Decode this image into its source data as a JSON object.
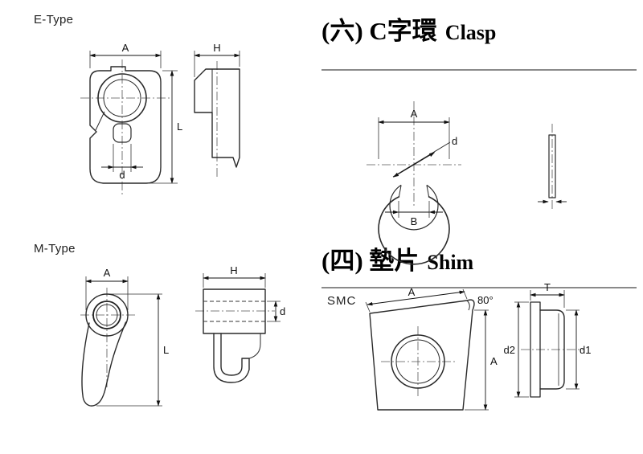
{
  "e_type": {
    "label": "E-Type",
    "dim_a": "A",
    "dim_h": "H",
    "dim_l": "L",
    "dim_d": "d"
  },
  "clasp": {
    "heading_zh": "(六) C字環",
    "heading_en": "Clasp",
    "dim_a": "A",
    "dim_d": "d",
    "dim_b": "B"
  },
  "m_type": {
    "label": "M-Type",
    "dim_a": "A",
    "dim_l": "L",
    "dim_h": "H",
    "dim_d": "d"
  },
  "shim": {
    "heading_zh": "(四) 墊片",
    "heading_en": "Shim",
    "brand": "SMC",
    "dim_a_top": "A",
    "angle_label": "80°",
    "dim_a_right": "A",
    "dim_t": "T",
    "dim_d2": "d2",
    "dim_d1": "d1"
  }
}
